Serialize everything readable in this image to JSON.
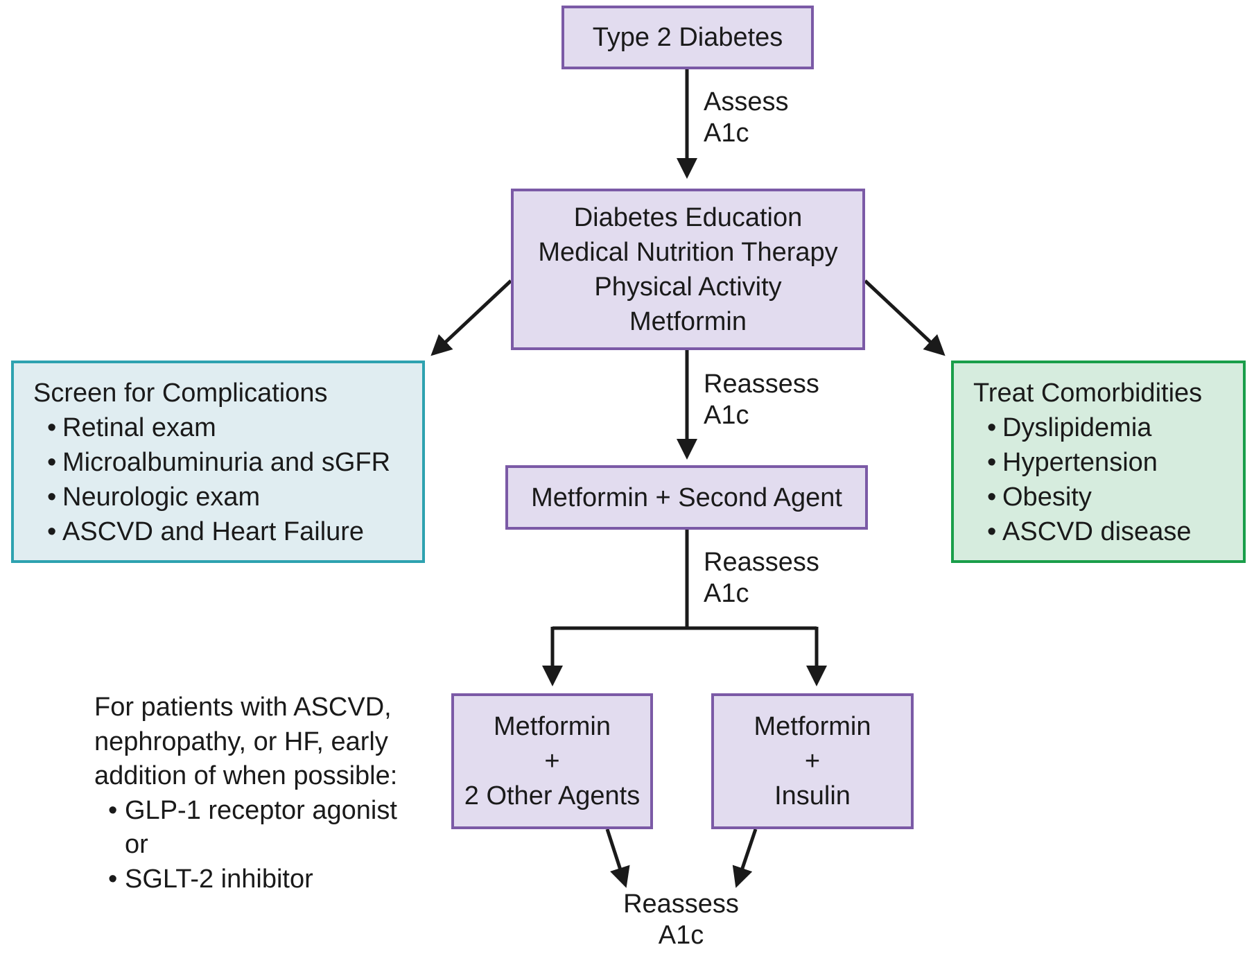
{
  "nodes": {
    "type2": "Type 2 Diabetes",
    "lifestyle": [
      "Diabetes Education",
      "Medical Nutrition Therapy",
      "Physical Activity",
      "Metformin"
    ],
    "second_agent": "Metformin + Second Agent",
    "two_agents": [
      "Metformin",
      "+",
      "2 Other Agents"
    ],
    "insulin": [
      "Metformin",
      "+",
      "Insulin"
    ]
  },
  "screen": {
    "title": "Screen for Complications",
    "items": [
      "Retinal exam",
      "Microalbuminuria and sGFR",
      "Neurologic exam",
      "ASCVD and Heart Failure"
    ]
  },
  "comorbid": {
    "title": "Treat Comorbidities",
    "items": [
      "Dyslipidemia",
      "Hypertension",
      "Obesity",
      "ASCVD disease"
    ]
  },
  "edges": {
    "assess": [
      "Assess",
      "A1c"
    ],
    "reassess1": [
      "Reassess",
      "A1c"
    ],
    "reassess2": [
      "Reassess",
      "A1c"
    ],
    "reassess_final": [
      "Reassess",
      "A1c"
    ]
  },
  "note": {
    "lines": [
      "For patients with ASCVD,",
      "nephropathy, or HF, early",
      "addition of when possible:"
    ],
    "item1": "GLP-1 receptor agonist",
    "or": "or",
    "item2": "SGLT-2 inhibitor"
  },
  "colors": {
    "purple_border": "#7b5aa6",
    "purple_fill": "#e2dcef",
    "blue_border": "#2ea2b0",
    "blue_fill": "#e0edf1",
    "green_border": "#1a9e4a",
    "green_fill": "#d6ecde",
    "arrow": "#1a1a1a"
  }
}
